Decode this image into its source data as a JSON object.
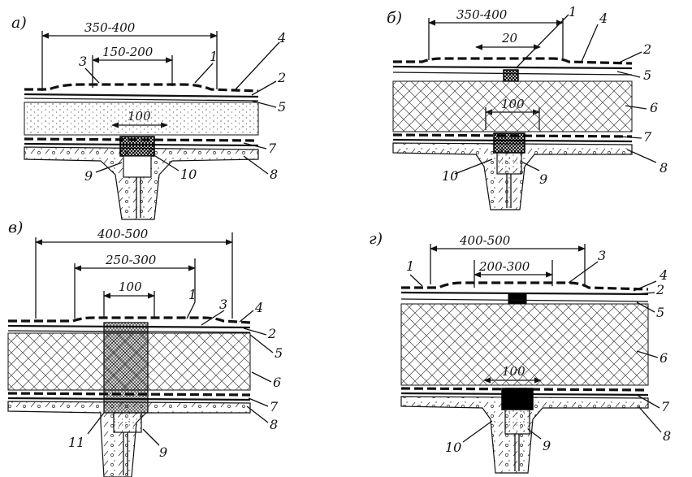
{
  "panels": [
    {
      "id": "a",
      "tag": "а)",
      "dims": [
        "350-400",
        "150-200",
        "100"
      ],
      "labels": [
        "1",
        "2",
        "3",
        "4",
        "5",
        "7",
        "8",
        "9",
        "10"
      ]
    },
    {
      "id": "b",
      "tag": "б)",
      "dims": [
        "350-400",
        "20",
        "100"
      ],
      "labels": [
        "1",
        "2",
        "4",
        "5",
        "6",
        "7",
        "8",
        "9",
        "10"
      ]
    },
    {
      "id": "v",
      "tag": "в)",
      "dims": [
        "400-500",
        "250-300",
        "100"
      ],
      "labels": [
        "1",
        "2",
        "3",
        "4",
        "5",
        "6",
        "7",
        "8",
        "9",
        "11"
      ]
    },
    {
      "id": "g",
      "tag": "г)",
      "dims": [
        "400-500",
        "200-300",
        "100"
      ],
      "labels": [
        "1",
        "2",
        "3",
        "4",
        "5",
        "6",
        "7",
        "8",
        "9",
        "10"
      ]
    }
  ],
  "colors": {
    "ink": "#111111",
    "paper": "#ffffff"
  }
}
